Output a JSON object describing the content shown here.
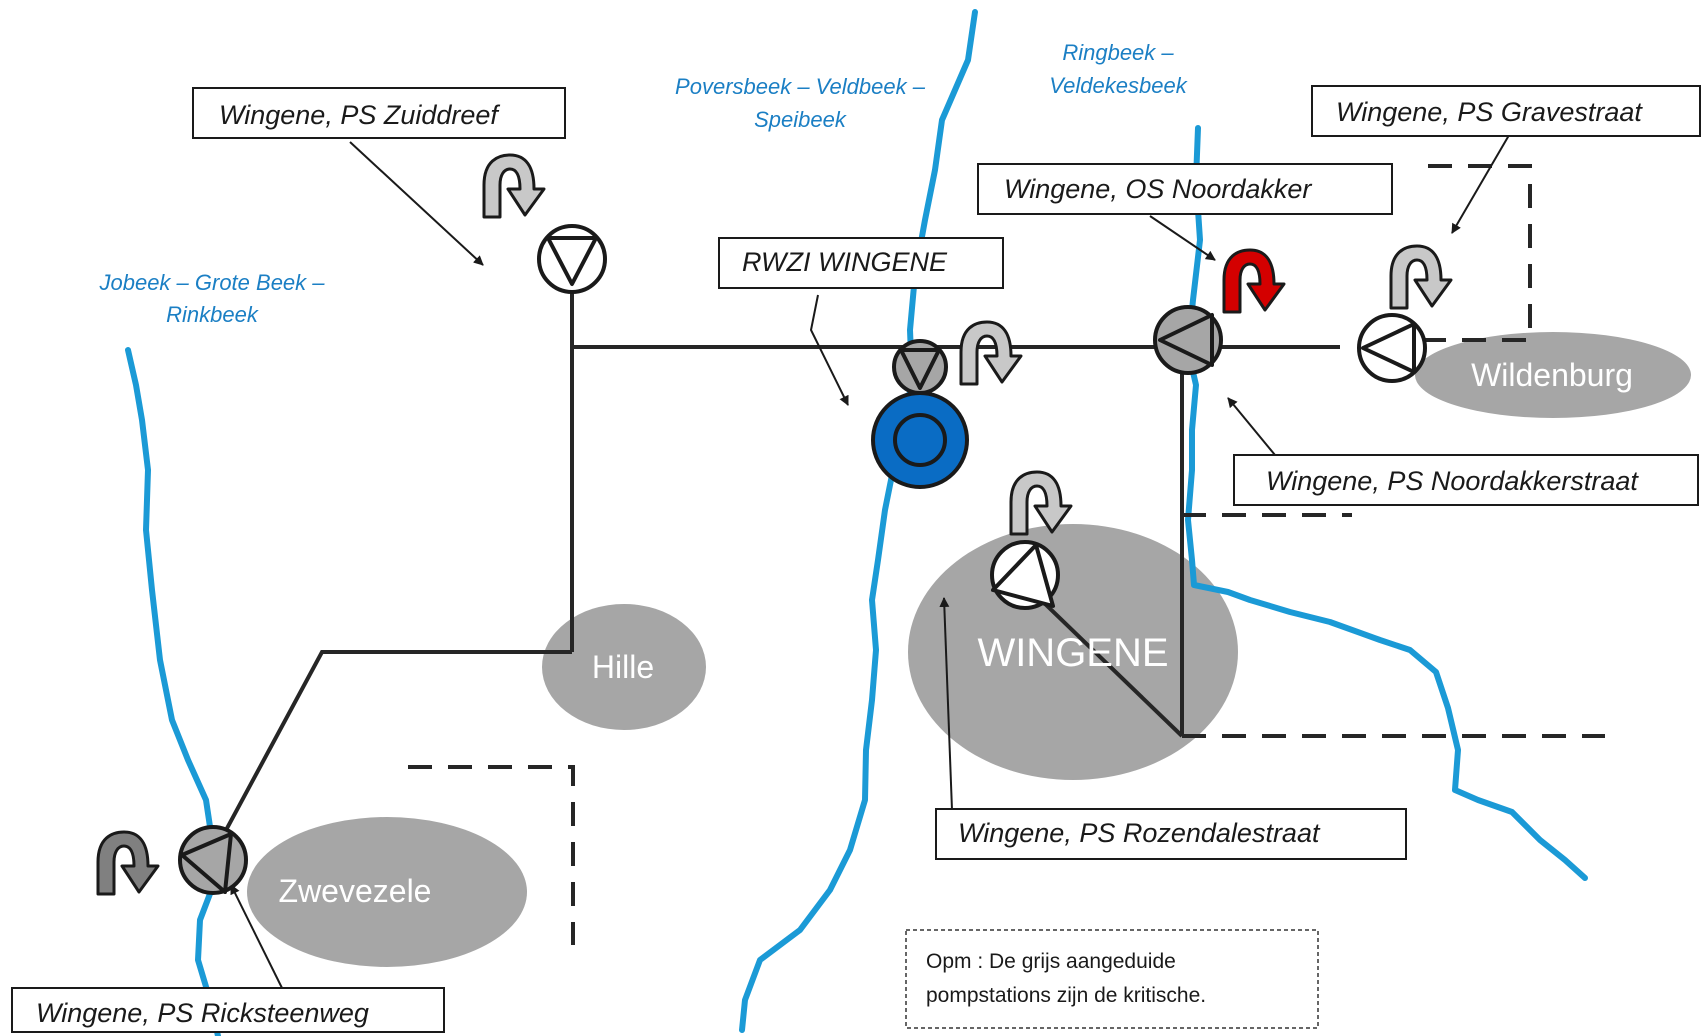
{
  "stations": {
    "zuiddreef": "Wingene, PS Zuiddreef",
    "gravestraat": "Wingene, PS Gravestraat",
    "noordakker": "Wingene, OS Noordakker",
    "rwzi": "RWZI WINGENE",
    "noordakkerstraat": "Wingene, PS Noordakkerstraat",
    "rozendalestraat": "Wingene, PS Rozendalestraat",
    "ricksteenweg": "Wingene, PS Ricksteenweg"
  },
  "rivers": {
    "jobeek": [
      "Jobeek – Grote Beek –",
      "Rinkbeek"
    ],
    "poversbeek": [
      "Poversbeek – Veldbeek –",
      "Speibeek"
    ],
    "ringbeek": [
      "Ringbeek –",
      "Veldekesbeek"
    ]
  },
  "areas": {
    "hille": "Hille",
    "wingene": "WINGENE",
    "zwevezele": "Zwevezele",
    "wildenburg": "Wildenburg"
  },
  "note": [
    "Opm : De grijs aangeduide",
    "pompstations zijn de kritische."
  ],
  "colors": {
    "river": "#1b9ad6",
    "river_text": "#1b7fc4",
    "area": "#a6a6a6",
    "critical_pump": "#a6a6a6",
    "rwzi": "#0a6cc4",
    "critical_arrow": "#d40000",
    "pipe": "#262626"
  },
  "icons": [
    "pump-icon",
    "rotation-arrow-icon",
    "treatment-plant-icon"
  ]
}
